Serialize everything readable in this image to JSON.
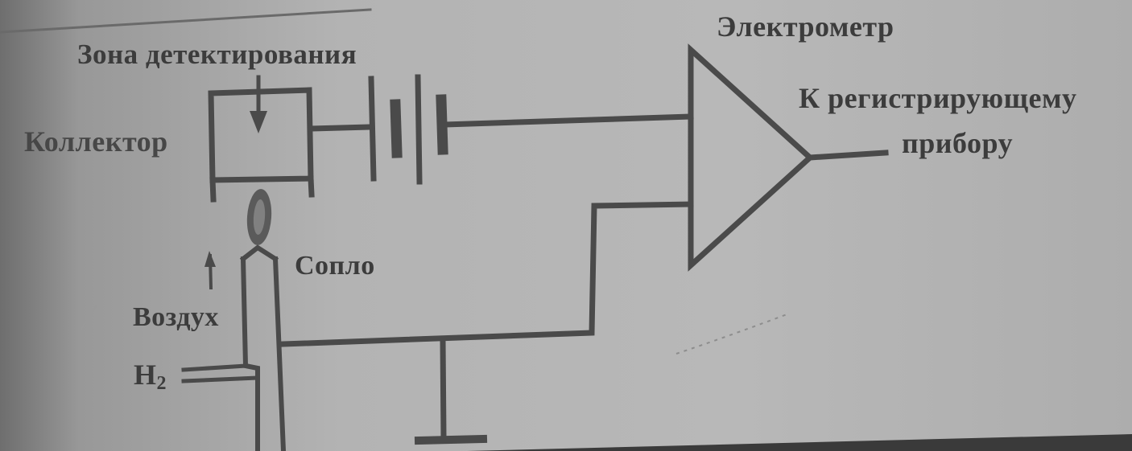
{
  "labels": {
    "detection_zone": "Зона детектирования",
    "electrometer": "Электрометр",
    "collector": "Коллектор",
    "to_recorder_line1": "К регистрирующему",
    "to_recorder_line2": "прибору",
    "nozzle": "Сопло",
    "air": "Воздух",
    "hydrogen_symbol": "H",
    "hydrogen_subscript": "2"
  },
  "colors": {
    "ink": "#4a4a4a",
    "paper": "#b5b5b5"
  }
}
